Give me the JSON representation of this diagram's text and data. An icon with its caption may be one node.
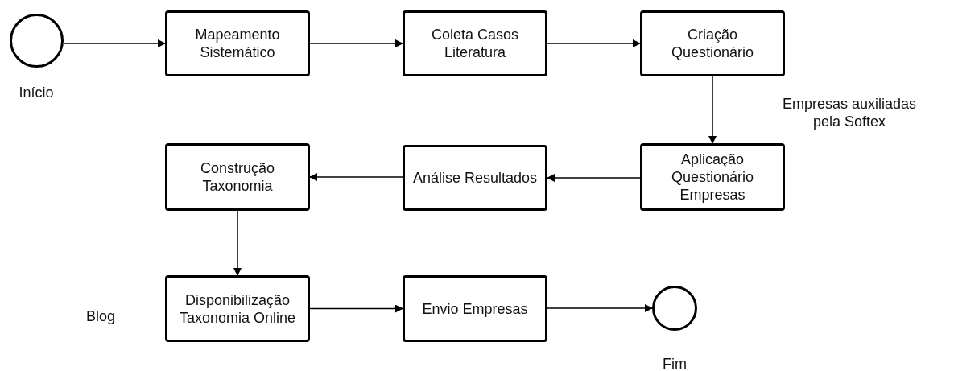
{
  "diagram": {
    "nodes": [
      {
        "text": [],
        "shape": "circle",
        "beside": [
          "Início"
        ]
      },
      {
        "text": [
          "Mapeamento Sistemático"
        ]
      },
      {
        "text": [
          "Coleta Casos Literatura"
        ]
      },
      {
        "text": [
          "Criação Questionário"
        ]
      },
      {
        "text": [
          "Aplicação Questionário Empresas"
        ],
        "beside": [
          "Empresas auxiliadas pela Softex"
        ]
      },
      {
        "text": [
          "Análise Resultados"
        ]
      },
      {
        "text": [
          "Construção Taxonomia"
        ]
      },
      {
        "text": [
          "Disponibilização Taxonomia Online"
        ],
        "beside": [
          "Blog"
        ]
      },
      {
        "text": [
          "Envio Empresas"
        ]
      },
      {
        "text": [],
        "shape": "circle",
        "beside": [
          "Fim"
        ]
      }
    ],
    "edges": [
      {
        "from": 0,
        "to": 1,
        "arrow": "to"
      },
      {
        "from": 1,
        "to": 2,
        "arrow": "to"
      },
      {
        "from": 2,
        "to": 3,
        "arrow": "to"
      },
      {
        "from": 3,
        "to": 4,
        "arrow": "to"
      },
      {
        "from": 4,
        "to": 5,
        "arrow": "to"
      },
      {
        "from": 5,
        "to": 6,
        "arrow": "to"
      },
      {
        "from": 6,
        "to": 7,
        "arrow": "to"
      },
      {
        "from": 7,
        "to": 8,
        "arrow": "to"
      },
      {
        "from": 8,
        "to": 9,
        "arrow": "to"
      }
    ]
  }
}
